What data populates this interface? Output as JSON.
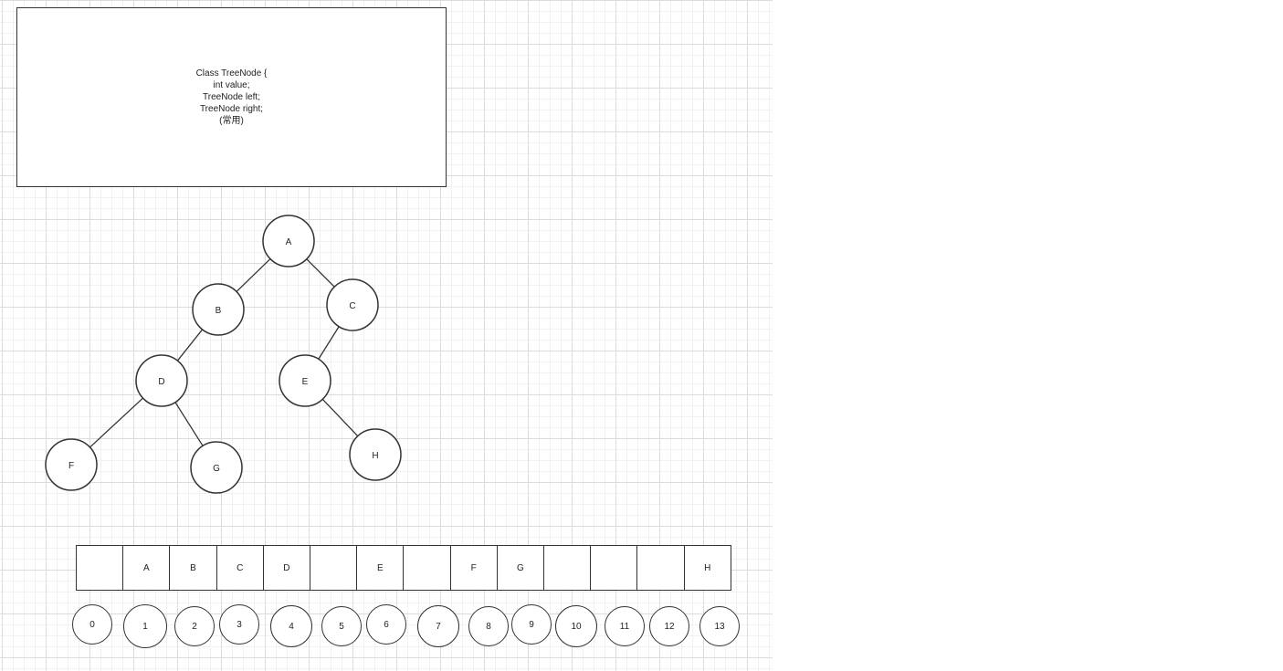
{
  "class_box": {
    "lines": [
      "Class TreeNode {",
      "int value;",
      "TreeNode left;",
      "TreeNode right;",
      "(常用)"
    ]
  },
  "tree": {
    "nodes": [
      {
        "id": "A",
        "label": "A"
      },
      {
        "id": "B",
        "label": "B"
      },
      {
        "id": "C",
        "label": "C"
      },
      {
        "id": "D",
        "label": "D"
      },
      {
        "id": "E",
        "label": "E"
      },
      {
        "id": "F",
        "label": "F"
      },
      {
        "id": "G",
        "label": "G"
      },
      {
        "id": "H",
        "label": "H"
      }
    ],
    "edges": [
      [
        "A",
        "B"
      ],
      [
        "A",
        "C"
      ],
      [
        "B",
        "D"
      ],
      [
        "C",
        "E"
      ],
      [
        "D",
        "F"
      ],
      [
        "D",
        "G"
      ],
      [
        "E",
        "H"
      ]
    ]
  },
  "array": {
    "cells": [
      "",
      "A",
      "B",
      "C",
      "D",
      "",
      "E",
      "",
      "F",
      "G",
      "",
      "",
      "",
      "H"
    ],
    "indices": [
      "0",
      "1",
      "2",
      "3",
      "4",
      "5",
      "6",
      "7",
      "8",
      "9",
      "10",
      "11",
      "12",
      "13"
    ]
  }
}
